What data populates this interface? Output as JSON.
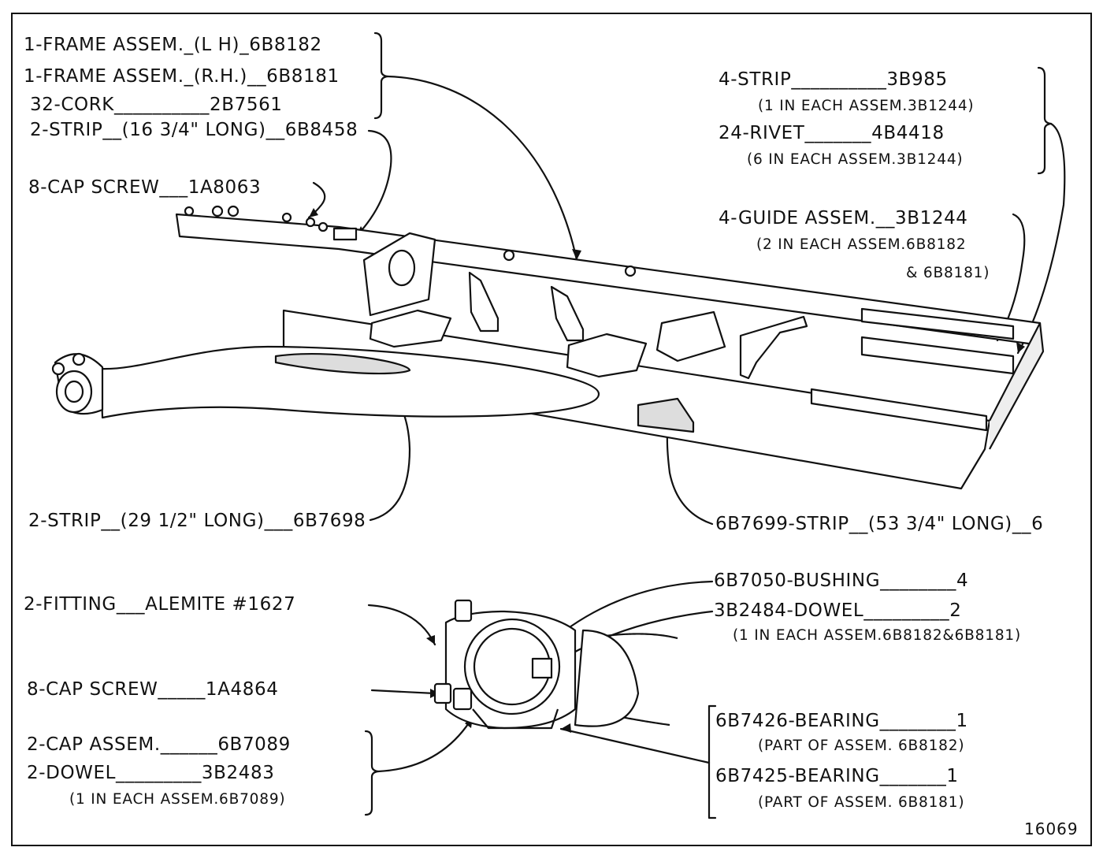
{
  "labels": {
    "frame_lh": "1-FRAME ASSEM._(L H)_6B8182",
    "frame_rh": "1-FRAME ASSEM._(R.H.)__6B8181",
    "cork": "32-CORK__________2B7561",
    "strip_16": "2-STRIP__(16 3/4\" LONG)__6B8458",
    "cap_screw_1a8063": "8-CAP SCREW___1A8063",
    "strip_3b985": "4-STRIP__________3B985",
    "strip_3b985_note": "(1 IN EACH ASSEM.3B1244)",
    "rivet": "24-RIVET_______4B4418",
    "rivet_note": "(6 IN EACH ASSEM.3B1244)",
    "guide": "4-GUIDE ASSEM.__3B1244",
    "guide_note_1": "(2 IN EACH ASSEM.6B8182",
    "guide_note_2": "& 6B8181)",
    "strip_29": "2-STRIP__(29 1/2\" LONG)___6B7698",
    "strip_53": "6B7699-STRIP__(53 3/4\" LONG)__6",
    "bushing": "6B7050-BUSHING________4",
    "dowel_3b2484": "3B2484-DOWEL_________2",
    "dowel_3b2484_note": "(1 IN EACH ASSEM.6B8182&6B8181)",
    "fitting": "2-FITTING___ALEMITE #1627",
    "cap_screw_1a4864": "8-CAP SCREW_____1A4864",
    "cap_assem": "2-CAP ASSEM.______6B7089",
    "dowel_3b2483": "2-DOWEL_________3B2483",
    "dowel_3b2483_note": "(1 IN EACH ASSEM.6B7089)",
    "bearing_6b7426": "6B7426-BEARING________1",
    "bearing_6b7426_note": "(PART OF ASSEM. 6B8182)",
    "bearing_6b7425": "6B7425-BEARING_______1",
    "bearing_6b7425_note": "(PART OF ASSEM. 6B8181)",
    "figure_number": "16069"
  }
}
